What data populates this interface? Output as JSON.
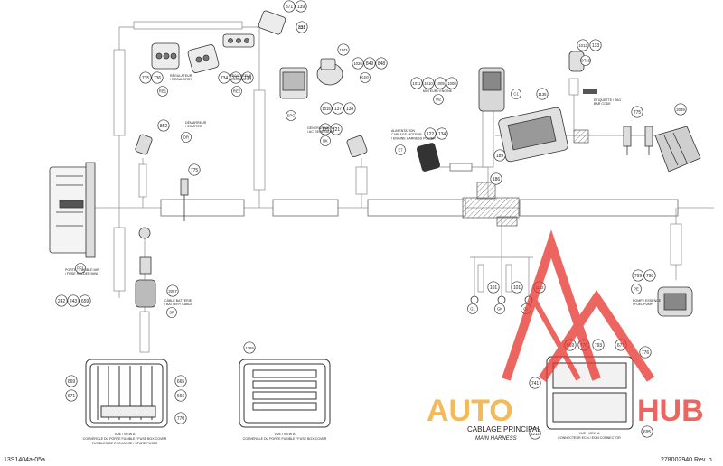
{
  "footer": {
    "doc_code": "13S1404a-05a",
    "title": "CABLAGE PRINCIPAL",
    "subtitle": "MAIN HARNESS",
    "part_rev": "278002940 Rev. b"
  },
  "watermark": {
    "part1": "AUTO",
    "part2": "HUB",
    "red": "#e8322b",
    "orange": "#f3a21f"
  },
  "callouts": {
    "c371": "371",
    "c139": "139",
    "c331": "331",
    "c735": "735",
    "c736": "736",
    "c734": "734",
    "c737": "737",
    "c738": "738",
    "c1143": "1143",
    "c1026": "1026",
    "c849": "849",
    "c848": "848",
    "c1015": "1015",
    "c137": "137",
    "c138": "138",
    "c1011": "1011",
    "c1010": "1010",
    "c1009": "1009",
    "c1008": "1008",
    "c1135": "1135",
    "c1013": "1013",
    "c133": "133",
    "c775a": "775",
    "c2049": "2049",
    "c852": "852",
    "c775b": "775",
    "c135": "135",
    "c121": "121",
    "c122": "122",
    "c134": "134",
    "c186": "186",
    "c189": "189",
    "c242": "242",
    "c243": "243",
    "c659": "659",
    "c2057": "2057",
    "c101a": "101",
    "c101b": "101",
    "c1182": "1182",
    "c799": "799",
    "c798": "798",
    "c1369": "1369",
    "c669": "669",
    "c671": "671",
    "c665": "665",
    "c666": "666",
    "c770a": "770",
    "c569": "569",
    "c770b": "770",
    "c793": "793",
    "c671b": "671",
    "c776": "776",
    "c1212": "1212",
    "c695": "695",
    "c741": "741"
  },
  "labels": {
    "re1": "RE1",
    "re2": "RE2",
    "c31": "C31",
    "spg": "SPG",
    "spp": "SPP",
    "m2": "M2",
    "c1": "C1",
    "ota5": "OTA5",
    "dr": "DR",
    "bk": "BK",
    "e7": "E7",
    "pf1": "PF1",
    "sp": "SP",
    "pe": "PE",
    "g1": "G1",
    "gk": "GK",
    "gl": "GL",
    "reg1": "RÉGULATEUR\n/ REGULATOR",
    "reg2": "RÉGULATEUR\n/ REGULATOR",
    "demarreur": "DÉMARREUR\n/ STARTER",
    "generateur": "GÉNÉRATEUR AU\n/ AC GENERATOR",
    "alim": "ALIMENTATION\nCABLAGE MOTEUR\n/ ENGINE HARNESS POWER",
    "moteur": "MOTEUR / ENGINE",
    "etiquette": "ÉTIQUETTE / TAG\nBAR CODE",
    "porte_fusible": "PORTE - FUSIBLE MIN\n/ FUSE HOLDER MINI",
    "cable_batterie": "CÂBLE BATTERIE\n/ BATTERY CABLE",
    "pompe": "POMPE ESSENCE\n/ FUEL PUMP",
    "vue_a": "VUE / VIEW A",
    "vue_a_desc": "COUVERCLE DU PORTE FUSIBLE / FUSE BOX COVER",
    "vue_a_desc2": "FUSIBLES DE RECHANGE / SPARE FUSES",
    "vue_b": "VUE / VIEW B",
    "vue_b_desc": "COUVERCLE DU PORTE FUSIBLE / FUSE BOX COVER",
    "vue_c": "VUE / VIEW A",
    "vue_c_desc": "CONNECTEUR ECM / ECM CONNECTOR",
    "pf1_tag": "PF1"
  }
}
